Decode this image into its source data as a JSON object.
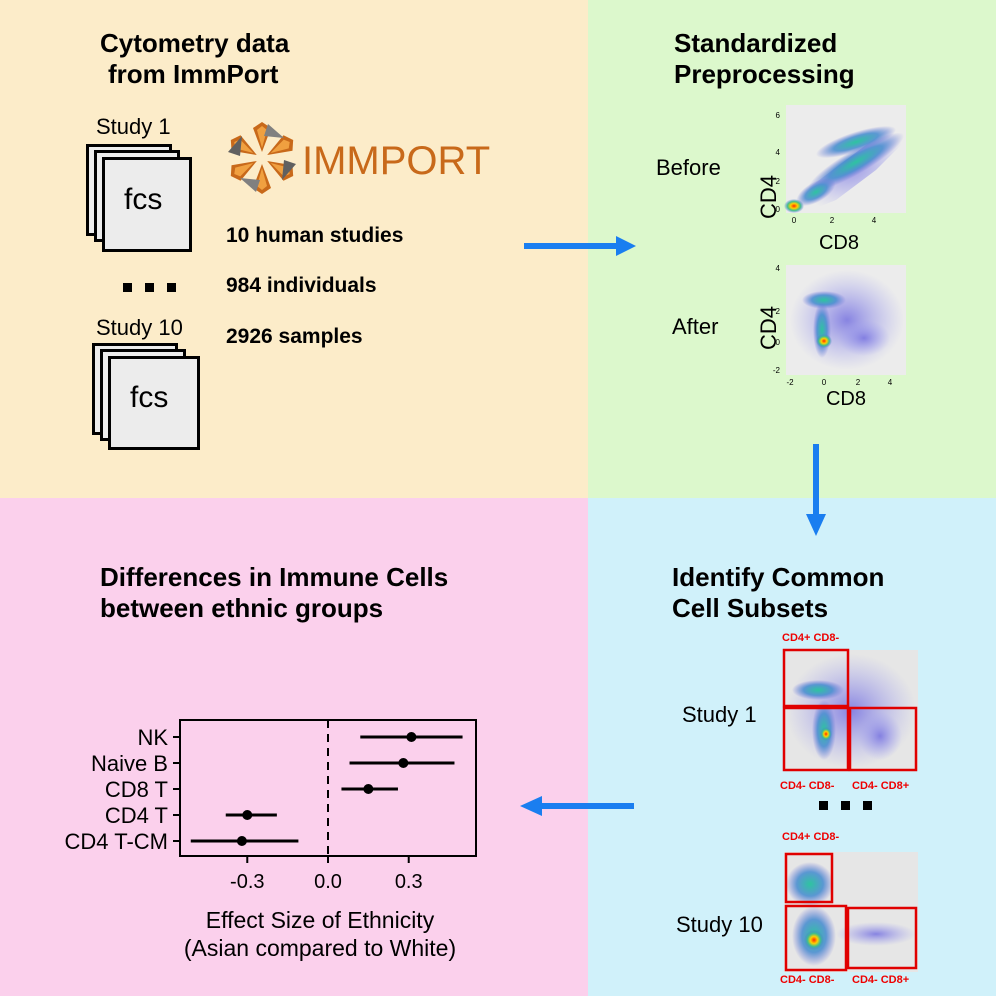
{
  "panels": {
    "data_source": {
      "title_line1": "Cytometry data",
      "title_line2": "from ImmPort",
      "study_first": "Study 1",
      "study_last": "Study 10",
      "file_label": "fcs",
      "logo_text": "IMMPORT",
      "stats": [
        "10 human studies",
        "984 individuals",
        "2926 samples"
      ]
    },
    "preprocessing": {
      "title_line1": "Standardized",
      "title_line2": "Preprocessing",
      "before_label": "Before",
      "after_label": "After",
      "x_axis": "CD8",
      "y_axis": "CD4",
      "before_xticks": [
        "0",
        "2",
        "4"
      ],
      "before_yticks": [
        "0",
        "2",
        "4",
        "6"
      ],
      "after_xticks": [
        "-2",
        "0",
        "2",
        "4"
      ],
      "after_yticks": [
        "-2",
        "0",
        "2",
        "4"
      ]
    },
    "subsets": {
      "title_line1": "Identify Common",
      "title_line2": "Cell Subsets",
      "study_first": "Study 1",
      "study_last": "Study 10",
      "gate_cd4pos": "CD4+ CD8-",
      "gate_dn": "CD4- CD8-",
      "gate_cd8pos": "CD4- CD8+"
    },
    "differences": {
      "title_line1": "Differences in Immune Cells",
      "title_line2": "between ethnic groups"
    }
  },
  "chart_data": {
    "type": "scatter",
    "title": "",
    "xlabel_line1": "Effect Size of Ethnicity",
    "xlabel_line2": "(Asian compared to White)",
    "ylabel": "",
    "xlim": [
      -0.55,
      0.55
    ],
    "xticks": [
      -0.3,
      0.0,
      0.3
    ],
    "xtick_labels": [
      "-0.3",
      "0.0",
      "0.3"
    ],
    "reference_line": 0.0,
    "categories": [
      "NK",
      "Naive B",
      "CD8 T",
      "CD4 T",
      "CD4 T-CM"
    ],
    "estimates": [
      0.31,
      0.28,
      0.15,
      -0.3,
      -0.32
    ],
    "ci_low": [
      0.12,
      0.08,
      0.05,
      -0.38,
      -0.51
    ],
    "ci_high": [
      0.5,
      0.47,
      0.26,
      -0.19,
      -0.11
    ]
  },
  "colors": {
    "q_data": "#fcecc9",
    "q_pre": "#dcf8cc",
    "q_subsets": "#d0f1fa",
    "q_diff": "#fbd0ec",
    "arrow": "#1a7ef0",
    "gate": "#e00000",
    "logo": "#c8691a"
  }
}
